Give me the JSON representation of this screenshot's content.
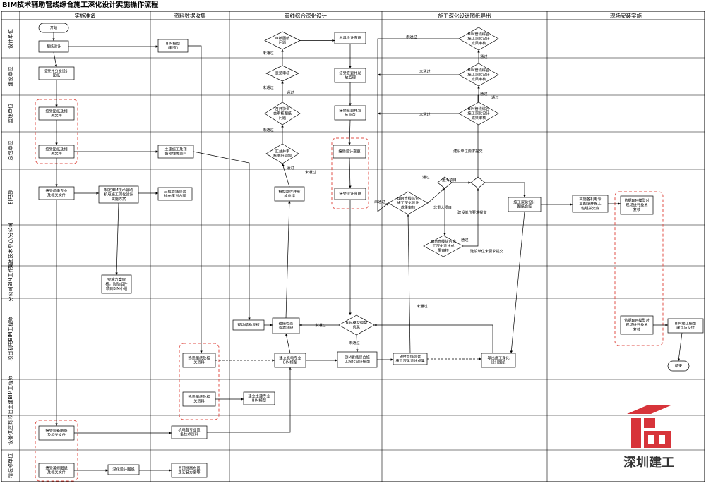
{
  "title": "BIM技术辅助管线综合施工深化设计实施操作流程",
  "columns": [
    "实施准备",
    "资料数据收集",
    "管线综合深化设计",
    "施工深化设计图纸导出",
    "现场安装实施"
  ],
  "lanes": [
    "设计单位",
    "建设单位",
    "监理单位",
    "总包单位",
    "机电部",
    "集团技术中心/分公司项目技术部",
    "分公司BIM工作站",
    "项目机电BIM工程师",
    "项目土建BIM工程师",
    "设备供应商",
    "精装修单位"
  ],
  "nodes": [
    {
      "id": "start",
      "shape": "ellipse",
      "text": [
        "开始"
      ]
    },
    {
      "id": "n_tzsj",
      "shape": "rect",
      "text": [
        "图纸设计"
      ]
    },
    {
      "id": "n_bimmx",
      "shape": "rect",
      "text": [
        "BIM模型",
        "（若有）"
      ]
    },
    {
      "id": "n_jsks",
      "shape": "rect",
      "text": [
        "接受并分发设计",
        "图纸"
      ]
    },
    {
      "id": "n_jljs",
      "shape": "rect",
      "text": [
        "接受图纸及相",
        "关文件"
      ]
    },
    {
      "id": "n_zbjs",
      "shape": "rect",
      "text": [
        "接受图纸及相",
        "关文件"
      ]
    },
    {
      "id": "n_tjsg",
      "shape": "rect",
      "text": [
        "土建施工及预",
        "留预埋等资料"
      ]
    },
    {
      "id": "n_jdjs",
      "shape": "rect",
      "text": [
        "接受机电专业",
        "及相关文件"
      ]
    },
    {
      "id": "n_zdfa",
      "shape": "rect",
      "text": [
        "制定BIM技术辅助",
        "机电施工深化设计",
        "实施方案"
      ]
    },
    {
      "id": "n_sjgx",
      "shape": "rect",
      "text": [
        "三位管线综合",
        "排布策划方案"
      ]
    },
    {
      "id": "n_ssfa",
      "shape": "rect",
      "text": [
        "实施方案审",
        "核，协助组件",
        "项目BIM小组"
      ]
    },
    {
      "id": "n_sgyw",
      "shape": "diamond",
      "text": [
        "审核图纸",
        "问题"
      ]
    },
    {
      "id": "n_yjsh",
      "shape": "diamond",
      "text": [
        "意见审核"
      ]
    },
    {
      "id": "n_zkwt",
      "shape": "diamond",
      "text": [
        "召开协调",
        "会审核图纸",
        "问题"
      ]
    },
    {
      "id": "n_hzsh",
      "shape": "diamond",
      "text": [
        "汇总并审",
        "核图纸问题"
      ]
    },
    {
      "id": "n_cjbg",
      "shape": "rect",
      "text": [
        "出具设计变更"
      ]
    },
    {
      "id": "n_jbjl",
      "shape": "rect",
      "text": [
        "接受变更并发",
        "放监理"
      ]
    },
    {
      "id": "n_jbzb",
      "shape": "rect",
      "text": [
        "接受变更并发",
        "放总包"
      ]
    },
    {
      "id": "n_zbbg",
      "shape": "rect",
      "text": [
        "接受设计变更"
      ]
    },
    {
      "id": "n_mxzl",
      "shape": "rect",
      "text": [
        "模型整体并形",
        "成总结"
      ]
    },
    {
      "id": "n_jdbg",
      "shape": "rect",
      "text": [
        "接受设计变更"
      ]
    },
    {
      "id": "n_xcjg",
      "shape": "rect",
      "text": [
        "现场结构复核"
      ]
    },
    {
      "id": "n_pzjc",
      "shape": "rect",
      "text": [
        "碰撞检查",
        "查漏补缺"
      ]
    },
    {
      "id": "n_tzyh",
      "shape": "diamond",
      "text": [
        "BIM模型调整",
        "优化"
      ]
    },
    {
      "id": "n_jlbim",
      "shape": "rect",
      "text": [
        "建立机电专业",
        "BIM模型"
      ]
    },
    {
      "id": "n_sjds",
      "shape": "rect",
      "text": [
        "熟悉图纸及相",
        "关资料"
      ]
    },
    {
      "id": "n_gxzh",
      "shape": "rect",
      "text": [
        "BIM管线综合施",
        "工深化设计模型"
      ]
    },
    {
      "id": "n_tzgd",
      "shape": "rect",
      "text": [
        "BIM管线综合",
        "施工深化设计成果"
      ]
    },
    {
      "id": "n_dcsg",
      "shape": "rect",
      "text": [
        "导出施工深化",
        "设计图纸"
      ]
    },
    {
      "id": "n_sjsp",
      "shape": "diamond",
      "text": [
        "BIM管线综合",
        "施工深化设计",
        "成果审核"
      ]
    },
    {
      "id": "n_jssp",
      "shape": "diamond",
      "text": [
        "BIM管线综合",
        "施工深化设计",
        "成果审核"
      ]
    },
    {
      "id": "n_jlsp",
      "shape": "diamond",
      "text": [
        "BIM管线综合",
        "施工深化设计",
        "成果审核"
      ]
    },
    {
      "id": "n_jdsp",
      "shape": "diamond",
      "text": [
        "BIM管线综合",
        "施工深化设计",
        "成果审核"
      ]
    },
    {
      "id": "n_zxsp",
      "shape": "diamond",
      "text": [
        "BIM管线综合施",
        "工深化设计成",
        "果审核"
      ]
    },
    {
      "id": "n_dec1",
      "shape": "diamond",
      "text": []
    },
    {
      "id": "n_dec2",
      "shape": "diamond",
      "text": []
    },
    {
      "id": "n_hqhg",
      "shape": "rect",
      "text": [
        "施工深化设计",
        "图纸会签"
      ]
    },
    {
      "id": "n_sstd",
      "shape": "rect",
      "text": [
        "实施各机电专",
        "业图纸并施工",
        "班组并交底"
      ]
    },
    {
      "id": "n_jsjd",
      "shape": "rect",
      "text": [
        "依据BIM模型对",
        "现场进行技术",
        "复核"
      ]
    },
    {
      "id": "n_jsjd2",
      "shape": "rect",
      "text": [
        "依据BIM模型对",
        "现场进行技术",
        "复核"
      ]
    },
    {
      "id": "n_jgmx",
      "shape": "rect",
      "text": [
        "BIM竣工模型",
        "建立与交付"
      ]
    },
    {
      "id": "end",
      "shape": "ellipse",
      "text": [
        "结束"
      ]
    },
    {
      "id": "n_tjsx",
      "shape": "rect",
      "text": [
        "熟悉图纸及相",
        "关资料"
      ]
    },
    {
      "id": "n_tjmx",
      "shape": "rect",
      "text": [
        "建立土建专业",
        "BIM模型"
      ]
    },
    {
      "id": "n_sbjs",
      "shape": "rect",
      "text": [
        "接受设备图纸",
        "及相关文件"
      ]
    },
    {
      "id": "n_sbzl",
      "shape": "rect",
      "text": [
        "机电各专业设",
        "备技术资料"
      ]
    },
    {
      "id": "n_jzjs",
      "shape": "rect",
      "text": [
        "接受装修图纸",
        "及相关文件"
      ]
    },
    {
      "id": "n_shsj",
      "shape": "rect",
      "text": [
        "深化设计图纸"
      ]
    },
    {
      "id": "n_dbzl",
      "shape": "rect",
      "text": [
        "吊顶标高布置",
        "及安装方案等"
      ]
    }
  ],
  "labels": {
    "not_pass": "未通过",
    "pass": "通过",
    "build_req": "建设单位要求提交",
    "major": "重大项目",
    "not_major": "非重大项目",
    "build_not_req": "建设单位未要求提交"
  },
  "brand": {
    "text": "深圳建工",
    "accent": "#d7343a"
  }
}
